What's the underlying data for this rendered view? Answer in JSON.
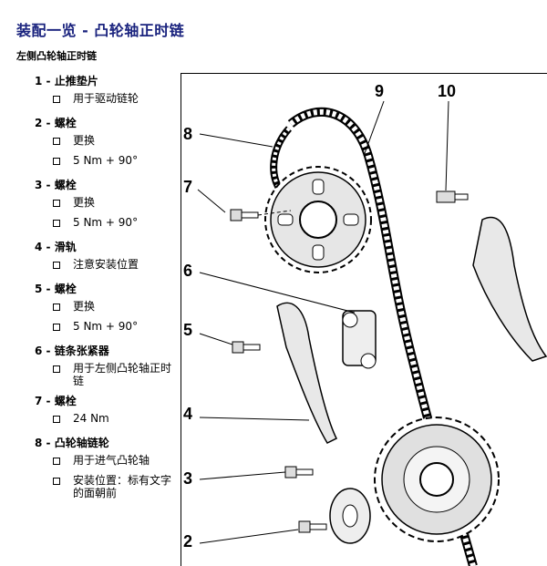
{
  "title": "装配一览 - 凸轮轴正时链",
  "subtitle": "左侧凸轮轴正时链",
  "parts": [
    {
      "num": "1 -",
      "name": "止推垫片",
      "notes": [
        "用于驱动链轮"
      ]
    },
    {
      "num": "2 -",
      "name": "螺栓",
      "notes": [
        "更换",
        "5 Nm + 90°"
      ]
    },
    {
      "num": "3 -",
      "name": "螺栓",
      "notes": [
        "更换",
        "5 Nm + 90°"
      ]
    },
    {
      "num": "4 -",
      "name": "滑轨",
      "notes": [
        "注意安装位置"
      ]
    },
    {
      "num": "5 -",
      "name": "螺栓",
      "notes": [
        "更换",
        "5 Nm + 90°"
      ]
    },
    {
      "num": "6 -",
      "name": "链条张紧器",
      "notes": [
        "用于左侧凸轮轴正时链"
      ]
    },
    {
      "num": "7 -",
      "name": "螺栓",
      "notes": [
        "24 Nm"
      ]
    },
    {
      "num": "8 -",
      "name": "凸轮轴链轮",
      "notes": [
        "用于进气凸轮轴",
        "安装位置：标有文字的面朝前"
      ]
    }
  ],
  "callouts": {
    "n2": "2",
    "n3": "3",
    "n4": "4",
    "n5": "5",
    "n6": "6",
    "n7": "7",
    "n8": "8",
    "n9": "9",
    "n10": "10"
  }
}
